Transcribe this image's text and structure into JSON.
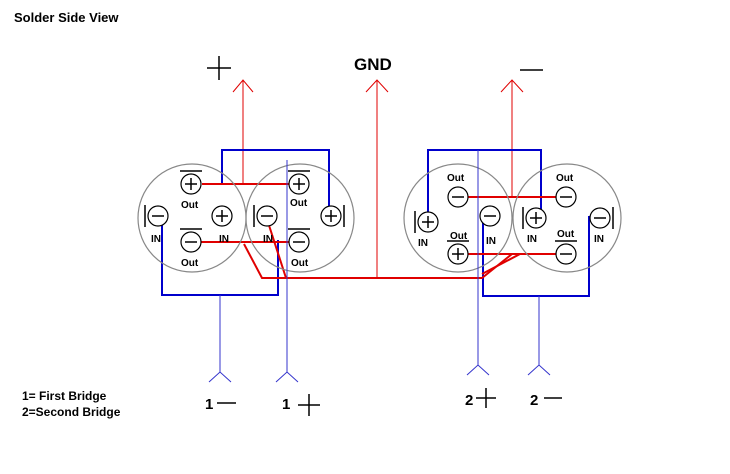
{
  "title": "Solder Side View",
  "gnd_label": "GND",
  "plus_symbol": "+",
  "minus_symbol": "—",
  "out_label": "Out",
  "in_label": "IN",
  "bottom_labels": {
    "first_minus": "1",
    "first_plus": "1",
    "second_plus": "2",
    "second_minus": "2"
  },
  "legend": {
    "line1": "1= First Bridge",
    "line2": "2=Second Bridge"
  },
  "colors": {
    "red_wire": "#e00000",
    "blue_wire": "#0000cc",
    "blue_lead": "#3333cc",
    "gray_outline": "#888888"
  }
}
